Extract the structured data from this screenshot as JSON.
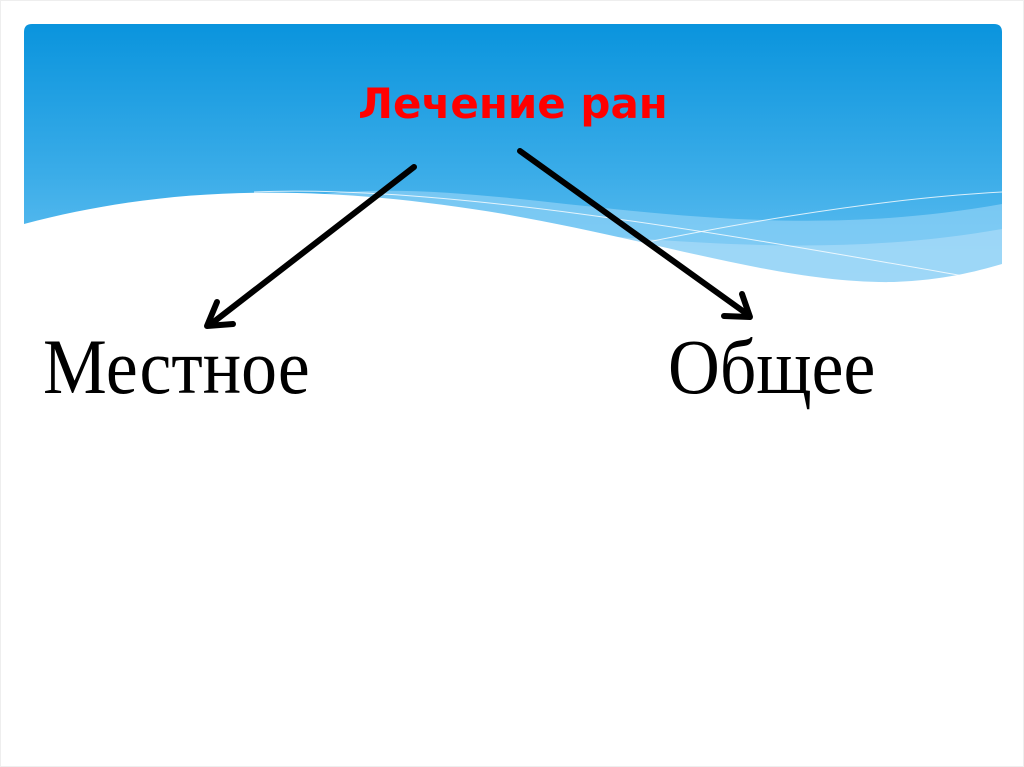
{
  "slide": {
    "title": "Лечение ран",
    "branches": [
      {
        "label": "Местное"
      },
      {
        "label": "Общее"
      }
    ],
    "colors": {
      "title": "#ff0000",
      "band_top": "#0a94dd",
      "band_bottom": "#62c0f2",
      "wave_light": "#8ccff6",
      "text": "#000000",
      "arrow": "#000000"
    }
  }
}
